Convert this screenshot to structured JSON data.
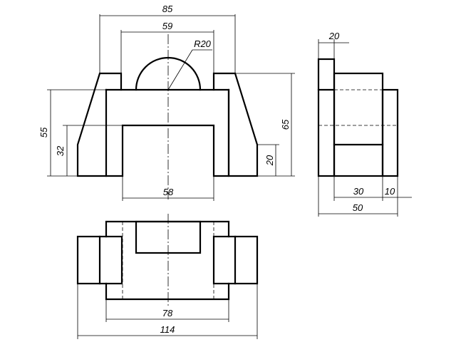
{
  "dimensions": {
    "front_top_width": "85",
    "front_inner_width": "59",
    "arc_radius": "R20",
    "front_total_height": "55",
    "front_slot_height": "32",
    "front_slot_width": "58",
    "front_overall_height": "65",
    "front_base_height": "20",
    "side_top_width": "20",
    "side_middle_width": "30",
    "side_offset": "10",
    "side_total_width": "50",
    "top_inner_width": "78",
    "top_total_width": "114"
  }
}
